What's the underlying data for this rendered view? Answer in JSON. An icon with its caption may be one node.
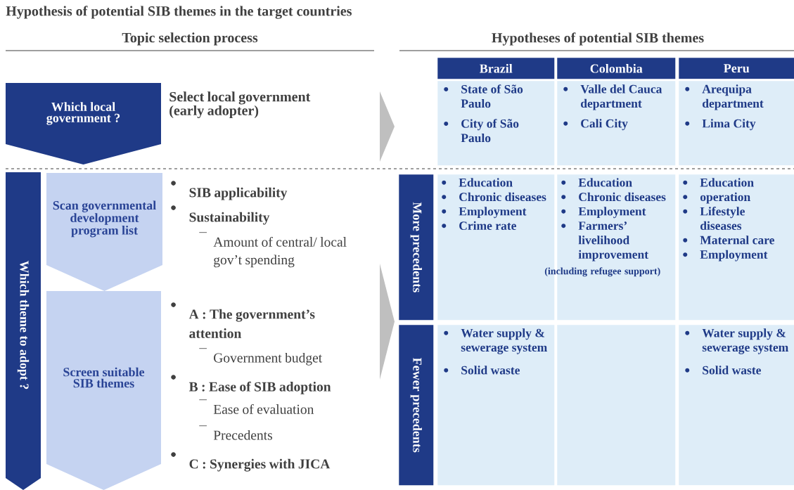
{
  "diagram": {
    "title": "Hypothesis of potential SIB themes in the target countries",
    "nodes": [
      {
        "text": [
          "Which local government ?"
        ]
      },
      {
        "text": [
          "Which theme to adopt ?"
        ]
      },
      {
        "text": [
          "Scan governmental development program list"
        ]
      },
      {
        "text": [
          "Screen suitable SIB themes"
        ]
      },
      {
        "text": [
          "Brazil"
        ]
      },
      {
        "text": [
          "Colombia"
        ]
      },
      {
        "text": [
          "Peru"
        ]
      },
      {
        "text": [
          "State of São Paulo",
          "City of São Paulo"
        ]
      },
      {
        "text": [
          "Valle del Cauca department",
          "Cali City"
        ]
      },
      {
        "text": [
          "Arequipa department",
          "Lima City"
        ]
      },
      {
        "text": [
          "More precedents"
        ]
      },
      {
        "text": [
          "Education",
          "Chronic diseases",
          "Employment",
          "Crime rate"
        ]
      },
      {
        "text": [
          "Education",
          "Chronic diseases",
          "Employment",
          "Farmers’ livelihood improvement",
          "(including refugee support)"
        ]
      },
      {
        "text": [
          "Education",
          "operation",
          "Lifestyle diseases",
          "Maternal care",
          "Employment"
        ]
      },
      {
        "text": [
          "Fewer precedents"
        ]
      },
      {
        "text": [
          "Water supply & sewerage system",
          "Solid waste"
        ]
      },
      {
        "text": [],
        "shape": "box"
      },
      {
        "text": [
          "Water supply & sewerage system",
          "Solid waste"
        ]
      },
      {
        "text": [],
        "shape": "triangle"
      },
      {
        "text": [],
        "shape": "triangle"
      }
    ],
    "edges": [],
    "labels": [
      "Topic selection process",
      "Hypotheses of potential SIB themes",
      "Select local government (early adopter)",
      "SIB applicability",
      "Sustainability",
      "Amount of central/ local gov’t spending",
      "A : The government’s attention",
      "Government budget",
      "B : Ease of SIB adoption",
      "Ease of evaluation",
      "Precedents",
      "C : Synergies with JICA"
    ]
  }
}
